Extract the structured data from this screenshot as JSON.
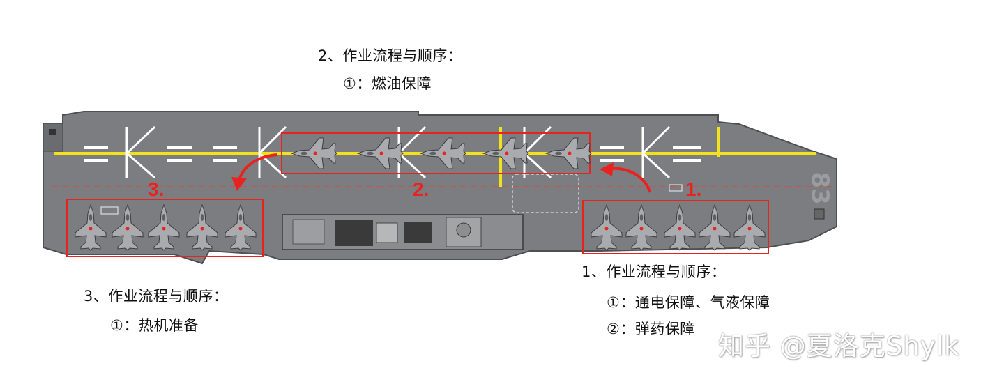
{
  "stage2": {
    "heading": "2、作业流程与顺序：",
    "items": [
      "①：燃油保障"
    ],
    "marker": "2."
  },
  "stage1": {
    "heading": "1、作业流程与顺序：",
    "items": [
      "①：通电保障、气液保障",
      "②：弹药保障"
    ],
    "marker": "1."
  },
  "stage3": {
    "heading": "3、作业流程与顺序：",
    "items": [
      "①：热机准备"
    ],
    "marker": "3."
  },
  "hull_number": "83",
  "watermark": "知乎 @夏洛克Shylk",
  "colors": {
    "deck": "#7b7d80",
    "deck_edge": "#5a5c5f",
    "highlight_red": "#e8231f",
    "taxi_line": "#f2e21c",
    "aircraft": "#a9abae"
  }
}
